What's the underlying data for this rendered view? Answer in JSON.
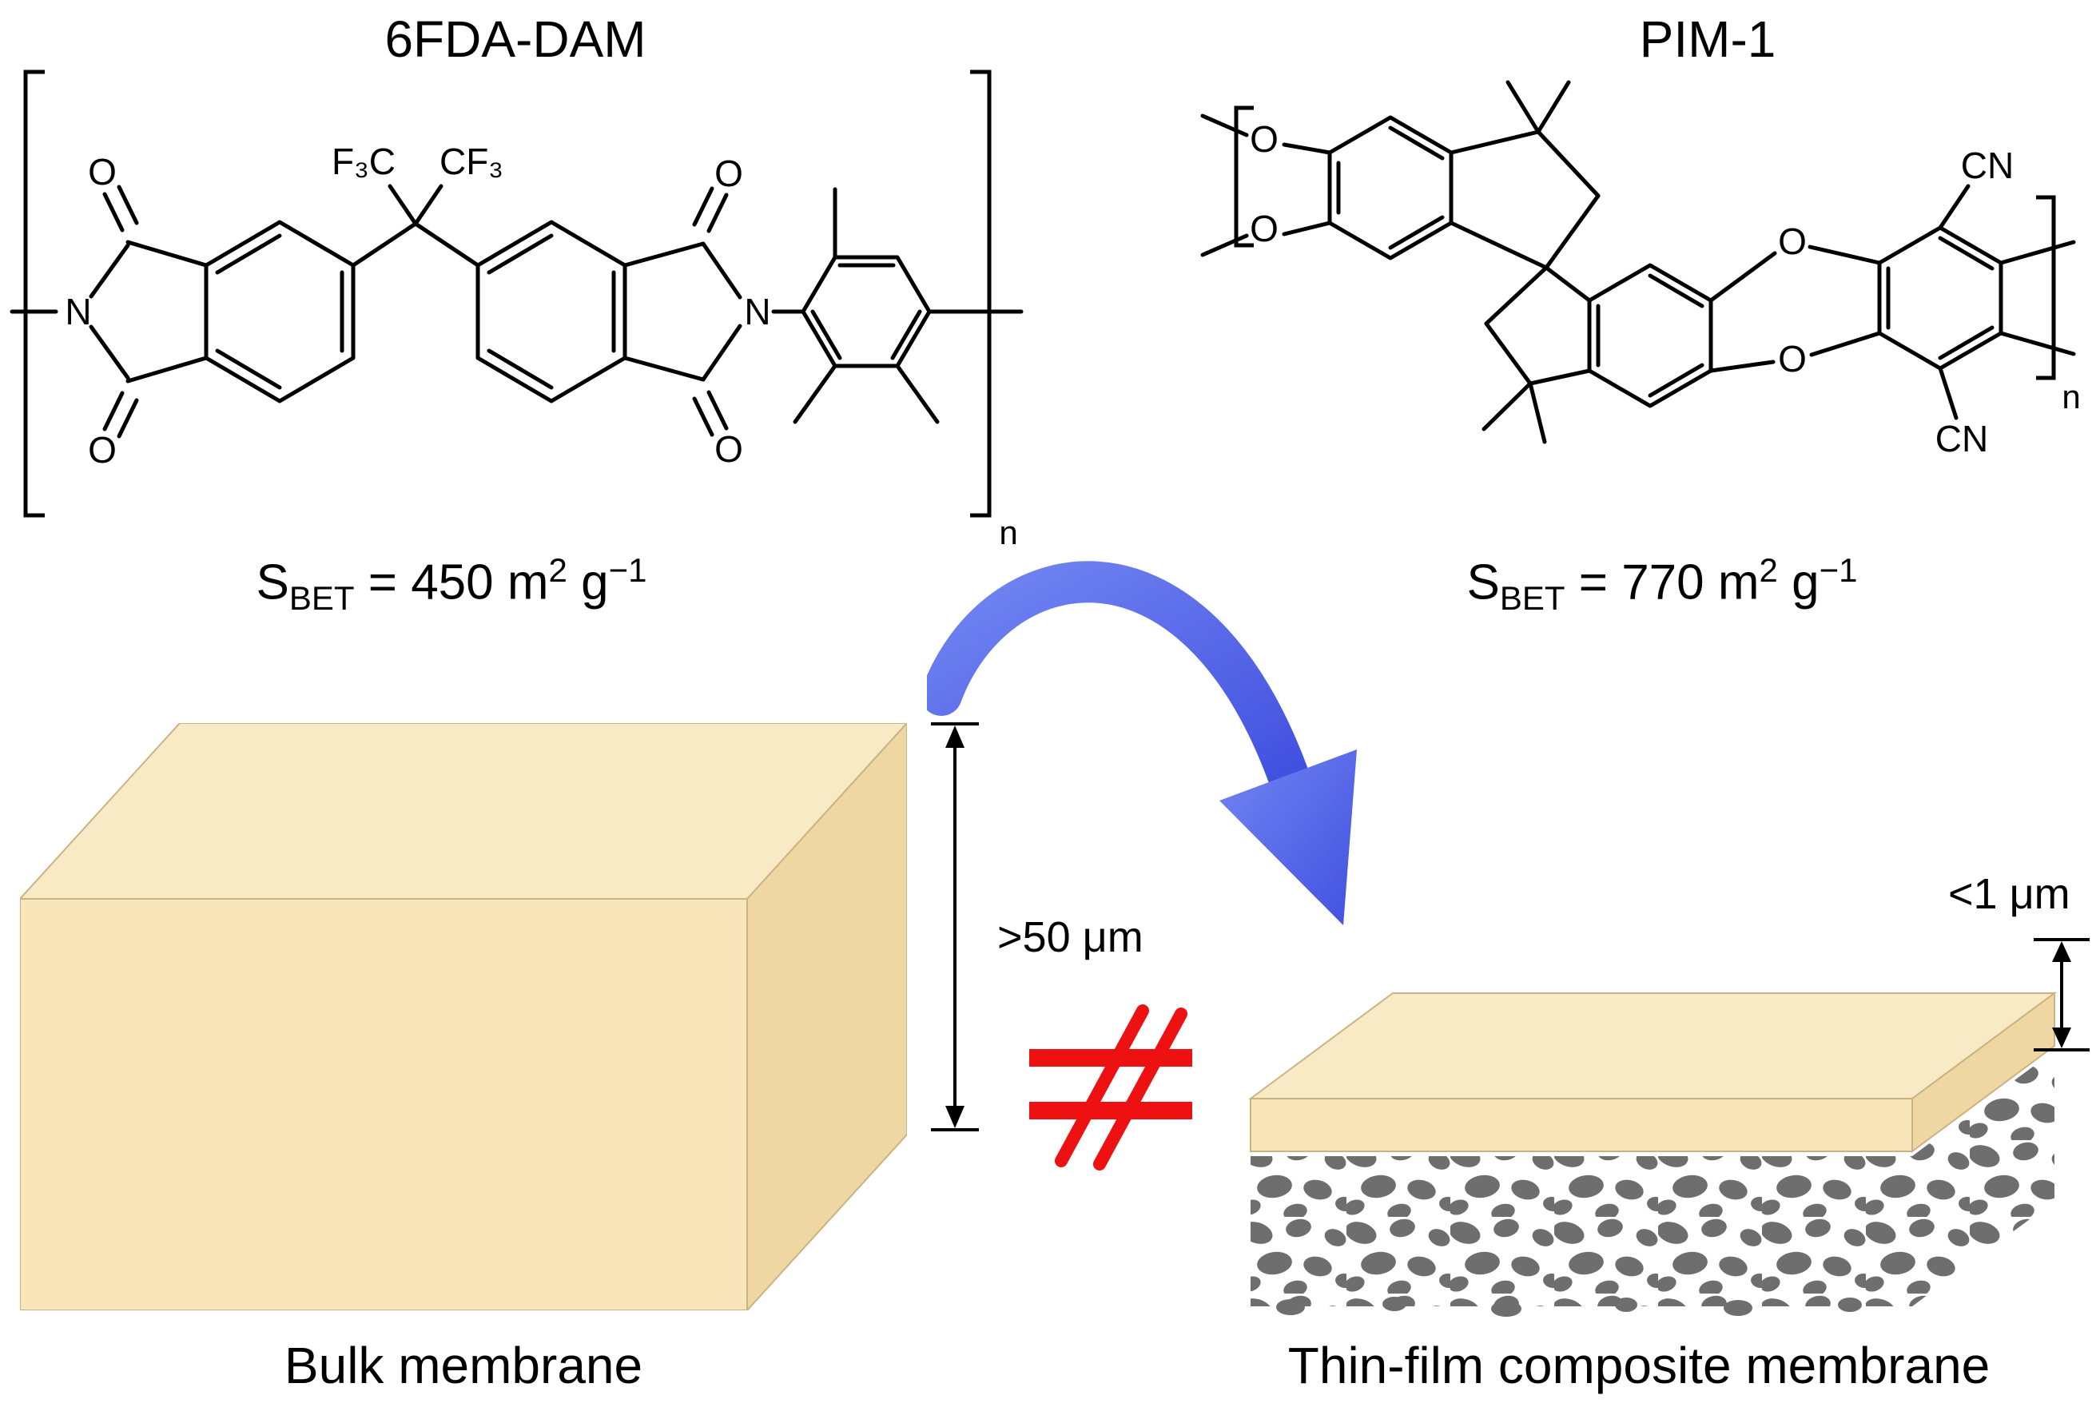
{
  "molecules": {
    "fda": {
      "title": "6FDA-DAM",
      "atom_labels": [
        "O",
        "O",
        "N",
        "F₃C",
        "CF₃",
        "O",
        "O",
        "N"
      ],
      "repeat_subscript": "n",
      "surface_area": {
        "symbol": "S",
        "subscript": "BET",
        "equals": " = 450 m",
        "sup1": "2",
        "unit": " g",
        "sup2": "−1"
      }
    },
    "pim": {
      "title": "PIM-1",
      "atom_labels": [
        "O",
        "O",
        "O",
        "O",
        "CN",
        "CN"
      ],
      "repeat_subscript": "n",
      "surface_area": {
        "symbol": "S",
        "subscript": "BET",
        "equals": " = 770 m",
        "sup1": "2",
        "unit": " g",
        "sup2": "−1"
      }
    }
  },
  "comparison": {
    "bulk": {
      "label": "Bulk membrane",
      "thickness": ">50 μm"
    },
    "tfc": {
      "label": "Thin-film composite membrane",
      "thickness": "<1 μm"
    },
    "relation_symbol": "≠"
  },
  "colors": {
    "membrane-top": "#f9eac6",
    "membrane-front": "#f8e6ba",
    "membrane-side": "#eed7a2",
    "membrane-outline": "#c9b383",
    "support-gray": "#6e6e6e",
    "arrow-blue": "#4151e0",
    "arrow-blue-light": "#7286f2",
    "not-equal-red": "#ee1111",
    "ink": "#000000",
    "background": "#ffffff"
  }
}
